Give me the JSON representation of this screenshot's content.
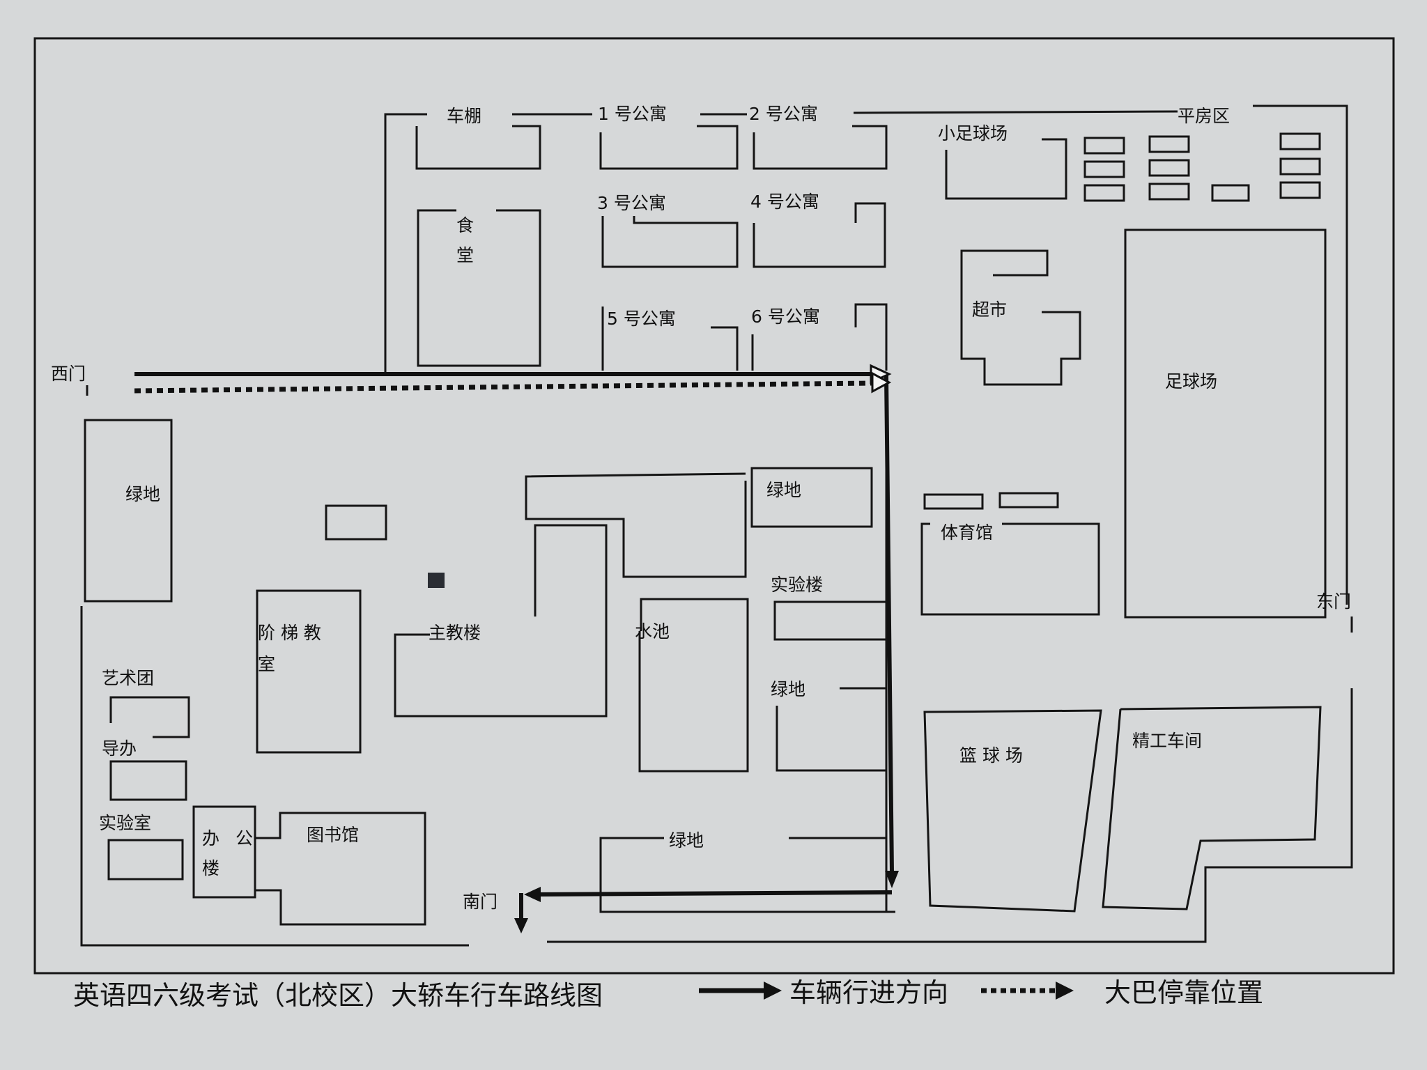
{
  "map": {
    "caption": "英语四六级考试（北校区）大轿车行车路线图",
    "legend": {
      "solid_label": "车辆行进方向",
      "dotted_label": "大巴停靠位置"
    },
    "gates": {
      "west": "西门",
      "east": "东门",
      "south": "南门"
    },
    "places": {
      "bike_shed": "车棚",
      "apt1": "1 号公寓",
      "apt2": "2 号公寓",
      "apt3": "3 号公寓",
      "apt4": "4 号公寓",
      "apt5": "5 号公寓",
      "apt6": "6 号公寓",
      "canteen_1": "食",
      "canteen_2": "堂",
      "small_football": "小足球场",
      "bungalow_area": "平房区",
      "supermarket": "超市",
      "football_field": "足球场",
      "green_west": "绿地",
      "green_center": "绿地",
      "green_mid": "绿地",
      "green_south": "绿地",
      "gym": "体育馆",
      "lab_building": "实验楼",
      "east_gate_label": "东门",
      "lecture_hall_1": "阶 梯 教",
      "lecture_hall_2": "室",
      "main_building": "主教楼",
      "pond": "水池",
      "art_troupe": "艺术团",
      "guidance_office": "导办",
      "laboratory": "实验室",
      "office_1": "办",
      "office_2": "公",
      "office_3": "楼",
      "library": "图书馆",
      "basketball": "篮 球 场",
      "workshop": "精工车间"
    }
  }
}
